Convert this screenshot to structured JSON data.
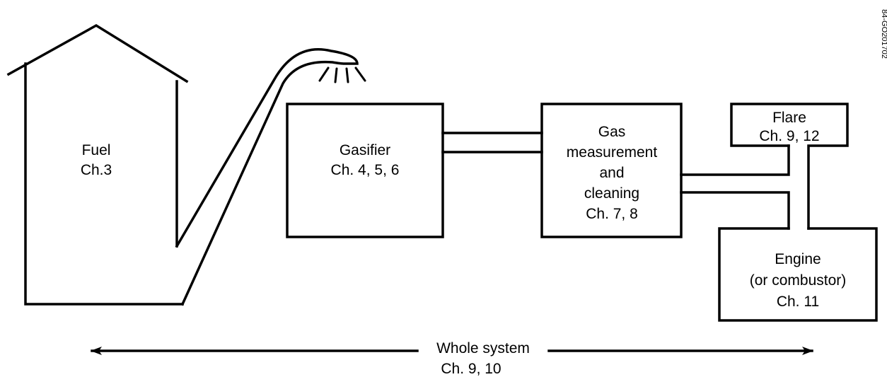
{
  "fuel": {
    "line1": "Fuel",
    "line2": "Ch.3"
  },
  "gasifier": {
    "line1": "Gasifier",
    "line2": "Ch. 4, 5, 6"
  },
  "gas_cleaning": {
    "line1": "Gas",
    "line2": "measurement",
    "line3": "and",
    "line4": "cleaning",
    "line5": "Ch. 7, 8"
  },
  "flare": {
    "line1": "Flare",
    "line2": "Ch. 9, 12"
  },
  "engine": {
    "line1": "Engine",
    "line2": "(or combustor)",
    "line3": "Ch. 11"
  },
  "whole_system": {
    "line1": "Whole system",
    "line2": "Ch. 9, 10"
  },
  "figure_id": "84-GO201702"
}
